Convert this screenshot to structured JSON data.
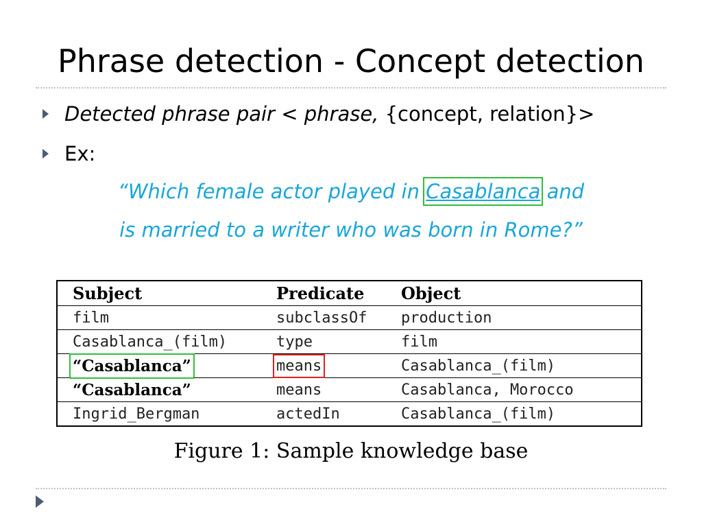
{
  "slide": {
    "title": "Phrase detection - Concept detection",
    "bullets": [
      {
        "italic": "Detected phrase pair ",
        "mid": "< ",
        "italic2": "phrase,",
        "rest": " {concept, relation}>"
      },
      {
        "text": "Ex:"
      }
    ],
    "quote": {
      "line1_pre": "“Which female actor played in ",
      "line1_highlight": "Casablanca",
      "line1_post": " and",
      "line2": "is married to a writer who was born in Rome?”"
    },
    "colors": {
      "quote": "#1aa6d9",
      "green_box": "#2fbf3a",
      "red_box": "#e02020",
      "bullet_arrow": "#4a5d73"
    }
  },
  "table": {
    "headers": [
      "Subject",
      "Predicate",
      "Object"
    ],
    "rows": [
      [
        "film",
        "subclassOf",
        "production"
      ],
      [
        "Casablanca_(film)",
        "type",
        "film"
      ],
      [
        "“Casablanca”",
        "means",
        "Casablanca_(film)"
      ],
      [
        "“Casablanca”",
        "means",
        "Casablanca, Morocco"
      ],
      [
        "Ingrid_Bergman",
        "actedIn",
        "Casablanca_(film)"
      ]
    ]
  },
  "caption": "Figure 1: Sample knowledge base"
}
